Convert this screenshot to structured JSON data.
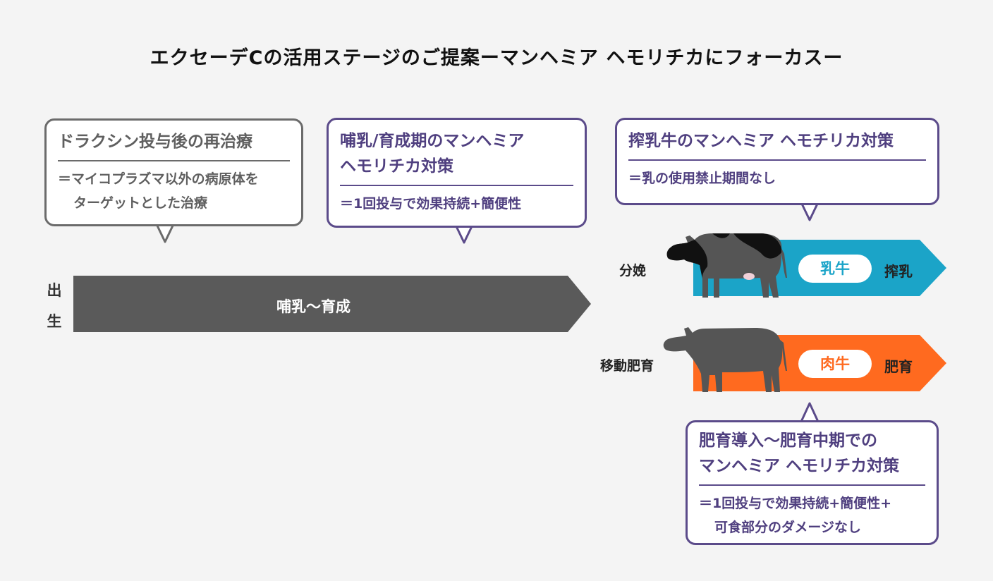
{
  "title": "エクセーデCの活用ステージのご提案ーマンヘミア ヘモリチカにフォーカスー",
  "bubbles": [
    {
      "head": [
        "ドラクシン投与後の再治療"
      ],
      "sub": [
        "＝マイコプラズマ以外の病原体を",
        "ターゲットとした治療"
      ],
      "style": "gray"
    },
    {
      "head": [
        "哺乳/育成期のマンヘミア",
        "ヘモリチカ対策"
      ],
      "sub": [
        "＝1回投与で効果持続+簡便性"
      ],
      "style": "purple"
    },
    {
      "head": [
        "搾乳牛のマンヘミア ヘモチリカ対策"
      ],
      "sub": [
        "＝乳の使用禁止期間なし"
      ],
      "style": "purple"
    },
    {
      "head": [
        "肥育導入～肥育中期での",
        "マンヘミア ヘモリチカ対策"
      ],
      "sub": [
        "＝1回投与で効果持続+簡便性+",
        "可食部分のダメージなし"
      ],
      "style": "purple"
    }
  ],
  "timeline": {
    "start_label": [
      "出",
      "生"
    ],
    "main_arrow": "哺乳～育成",
    "dairy": {
      "side_label": "分娩",
      "pill": "乳牛",
      "end": "搾乳"
    },
    "beef": {
      "side_label": "移動肥育",
      "pill": "肉牛",
      "end": "肥育"
    }
  },
  "colors": {
    "gray_arrow": "#5a5a5a",
    "dairy_arrow": "#1ba4c8",
    "beef_arrow": "#ff6a1f",
    "gray_border": "#6b6b6b",
    "purple_border": "#5b4b8a",
    "cow_dark": "#555555"
  },
  "icons": [
    "holstein-cow-icon",
    "beef-cow-icon"
  ]
}
